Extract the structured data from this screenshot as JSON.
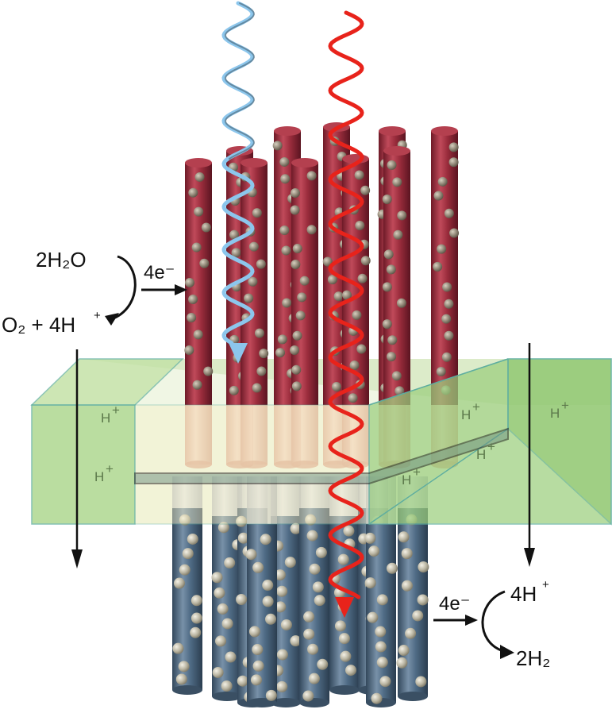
{
  "reactions": {
    "oxidation": {
      "reactant": "2H₂O",
      "electrons": "4e⁻",
      "product_o2": "O₂ + 4H",
      "product_h_sup": "+"
    },
    "reduction": {
      "reactant": "4H",
      "reactant_sup": "+",
      "electrons": "4e⁻",
      "product": "2H₂"
    }
  },
  "membrane": {
    "proton_label": "H",
    "proton_sup": "+"
  },
  "colors": {
    "light_blue": "#8cc6ec",
    "light_red": "#e8231b",
    "anode_rods": "#9b2d3d",
    "cathode_rods": "#4f6b85",
    "membrane": "#a8d58a",
    "membrane_edge": "#5fae9f",
    "particles": "#c9c4b0"
  }
}
